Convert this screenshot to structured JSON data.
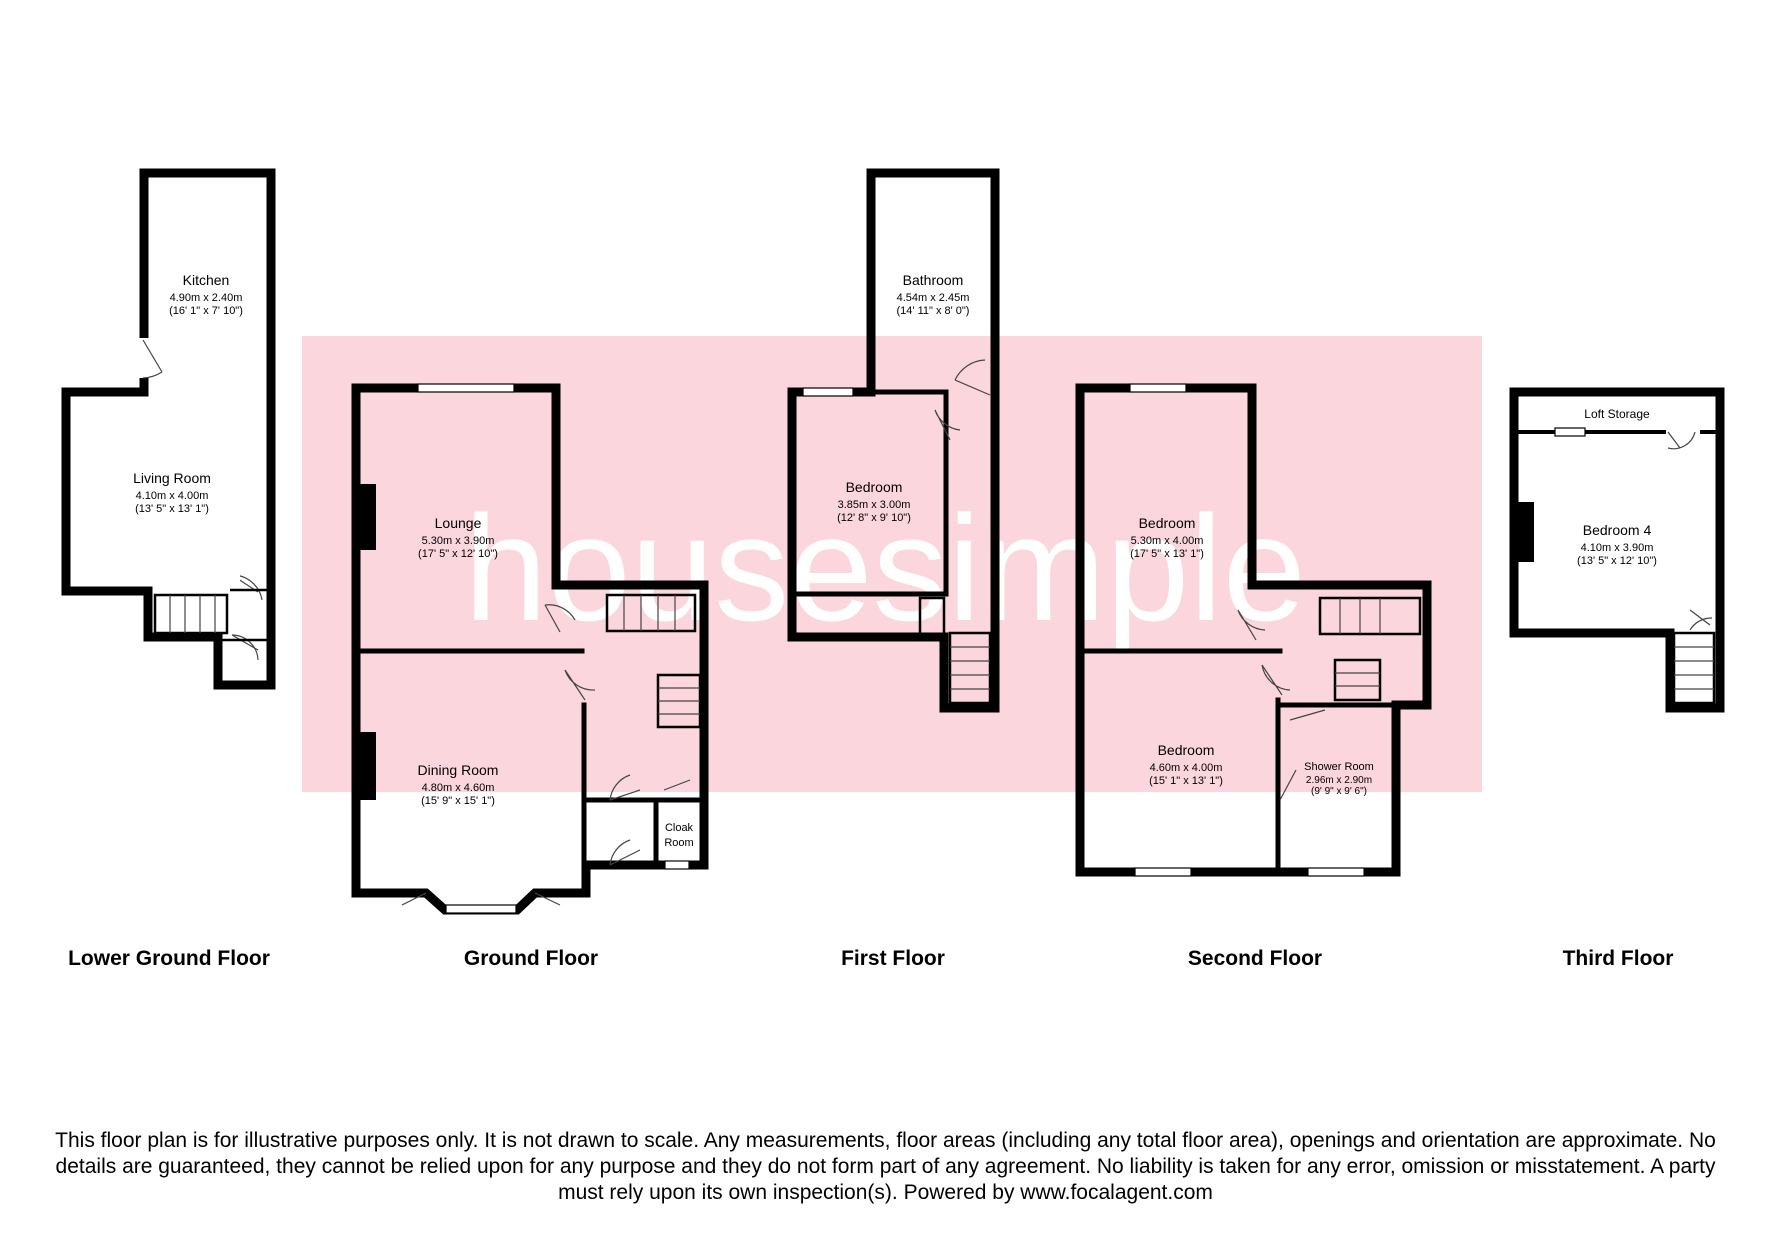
{
  "watermark": "housesimple",
  "colors": {
    "watermark_band": "#fbd6dd",
    "walls": "#000000",
    "background": "#ffffff"
  },
  "floors": [
    {
      "name": "Lower Ground Floor",
      "rooms": [
        {
          "name": "Kitchen",
          "dims": "4.90m x 2.40m",
          "imperial": "(16' 1\" x 7' 10\")"
        },
        {
          "name": "Living Room",
          "dims": "4.10m x 4.00m",
          "imperial": "(13' 5\" x 13' 1\")"
        }
      ]
    },
    {
      "name": "Ground Floor",
      "rooms": [
        {
          "name": "Lounge",
          "dims": "5.30m x 3.90m",
          "imperial": "(17' 5\" x 12' 10\")"
        },
        {
          "name": "Dining Room",
          "dims": "4.80m x 4.60m",
          "imperial": "(15' 9\" x 15' 1\")"
        },
        {
          "name_line1": "Cloak",
          "name_line2": "Room"
        }
      ]
    },
    {
      "name": "First Floor",
      "rooms": [
        {
          "name": "Bathroom",
          "dims": "4.54m x 2.45m",
          "imperial": "(14' 11\" x 8' 0\")"
        },
        {
          "name": "Bedroom",
          "dims": "3.85m x 3.00m",
          "imperial": "(12' 8\" x 9' 10\")"
        }
      ]
    },
    {
      "name": "Second Floor",
      "rooms": [
        {
          "name": "Bedroom",
          "dims": "5.30m x 4.00m",
          "imperial": "(17' 5\" x 13' 1\")"
        },
        {
          "name": "Bedroom",
          "dims": "4.60m x 4.00m",
          "imperial": "(15' 1\" x 13' 1\")"
        },
        {
          "name": "Shower Room",
          "dims": "2.96m x 2.90m",
          "imperial": "(9' 9\" x 9' 6\")"
        }
      ]
    },
    {
      "name": "Third Floor",
      "rooms": [
        {
          "name": "Loft Storage"
        },
        {
          "name": "Bedroom 4",
          "dims": "4.10m x 3.90m",
          "imperial": "(13' 5\" x 12' 10\")"
        }
      ]
    }
  ],
  "disclaimer": "This floor plan is for illustrative purposes only. It is not drawn to scale. Any measurements, floor areas (including any total floor area), openings and orientation are approximate. No details are guaranteed, they cannot be relied upon for any purpose and they do not form part of any agreement. No liability is taken for any error, omission or misstatement. A party must rely upon its own inspection(s). Powered by www.focalagent.com"
}
